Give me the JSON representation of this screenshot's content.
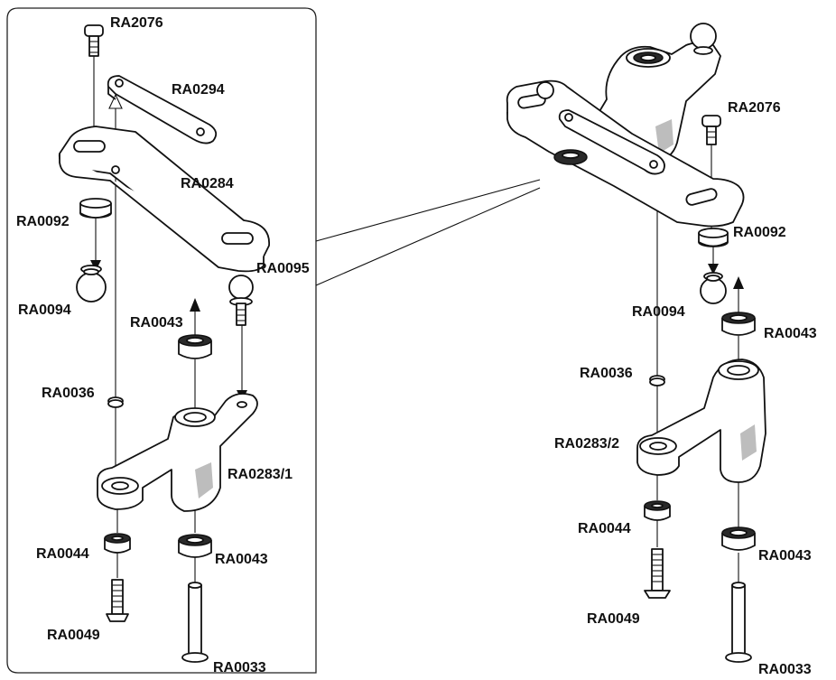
{
  "left_group": {
    "labels": {
      "ra2076": "RA2076",
      "ra0294": "RA0294",
      "ra0284": "RA0284",
      "ra0092": "RA0092",
      "ra0094": "RA0094",
      "ra0095": "RA0095",
      "ra0043_top": "RA0043",
      "ra0036": "RA0036",
      "ra0283_1": "RA0283/1",
      "ra0044": "RA0044",
      "ra0043_bottom": "RA0043",
      "ra0049": "RA0049",
      "ra0033": "RA0033"
    }
  },
  "right_group": {
    "labels": {
      "ra2076": "RA2076",
      "ra0092": "RA0092",
      "ra0094": "RA0094",
      "ra0043_top": "RA0043",
      "ra0036": "RA0036",
      "ra0283_2": "RA0283/2",
      "ra0044": "RA0044",
      "ra0043_bottom": "RA0043",
      "ra0049": "RA0049",
      "ra0033": "RA0033"
    }
  }
}
